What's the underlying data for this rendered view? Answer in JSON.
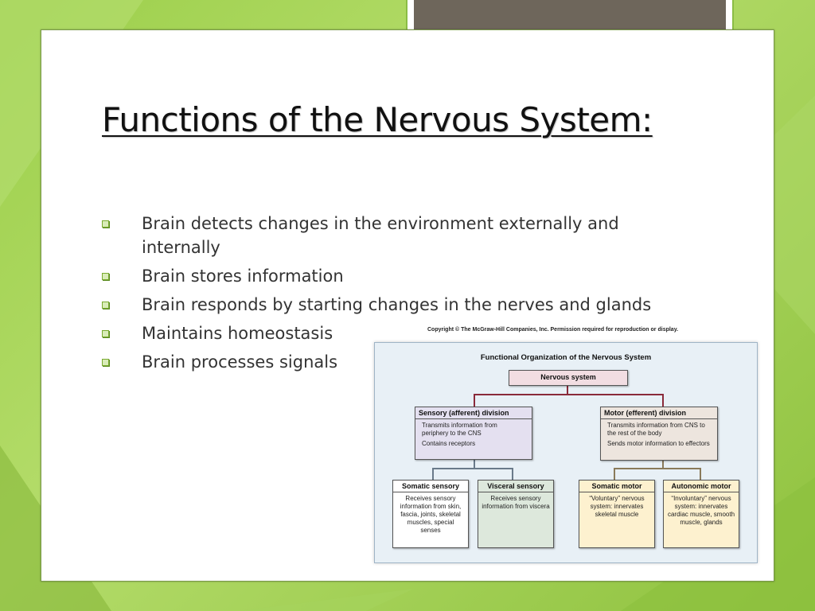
{
  "slide": {
    "title": "Functions of the Nervous System:",
    "bullets": [
      "Brain detects changes in the environment externally and internally",
      "Brain stores information",
      "Brain responds by starting changes in the nerves and glands",
      "Maintains homeostasis",
      "Brain processes signals"
    ]
  },
  "figure": {
    "copyright": "Copyright © The McGraw-Hill Companies, Inc. Permission required for reproduction or display.",
    "title": "Functional Organization of the Nervous System",
    "root": "Nervous system",
    "sensory": {
      "title": "Sensory (afferent) division",
      "lines": [
        "Transmits information from periphery to the CNS",
        "Contains receptors"
      ]
    },
    "motor": {
      "title": "Motor (efferent) division",
      "lines": [
        "Transmits information from CNS to the rest of the body",
        "Sends motor information to effectors"
      ]
    },
    "somatic_sensory": {
      "title": "Somatic sensory",
      "body": "Receives sensory information from skin, fascia, joints, skeletal muscles, special senses"
    },
    "visceral_sensory": {
      "title": "Visceral sensory",
      "body": "Receives sensory information from viscera"
    },
    "somatic_motor": {
      "title": "Somatic motor",
      "body": "“Voluntary” nervous system: innervates skeletal muscle"
    },
    "autonomic_motor": {
      "title": "Autonomic motor",
      "body": "“Involuntary” nervous system: innervates cardiac muscle, smooth muscle, glands"
    }
  },
  "colors": {
    "background": "#9ccf4a",
    "bullet_accent": "#7aaa30",
    "root_box": "#f2dde2",
    "sensory_box": "#e4e0f0",
    "motor_box": "#ede5de",
    "somatic_sensory_box": "#ffffff",
    "visceral_sensory_box": "#dde8dc",
    "motor_leaf_box": "#fdf1cf"
  }
}
